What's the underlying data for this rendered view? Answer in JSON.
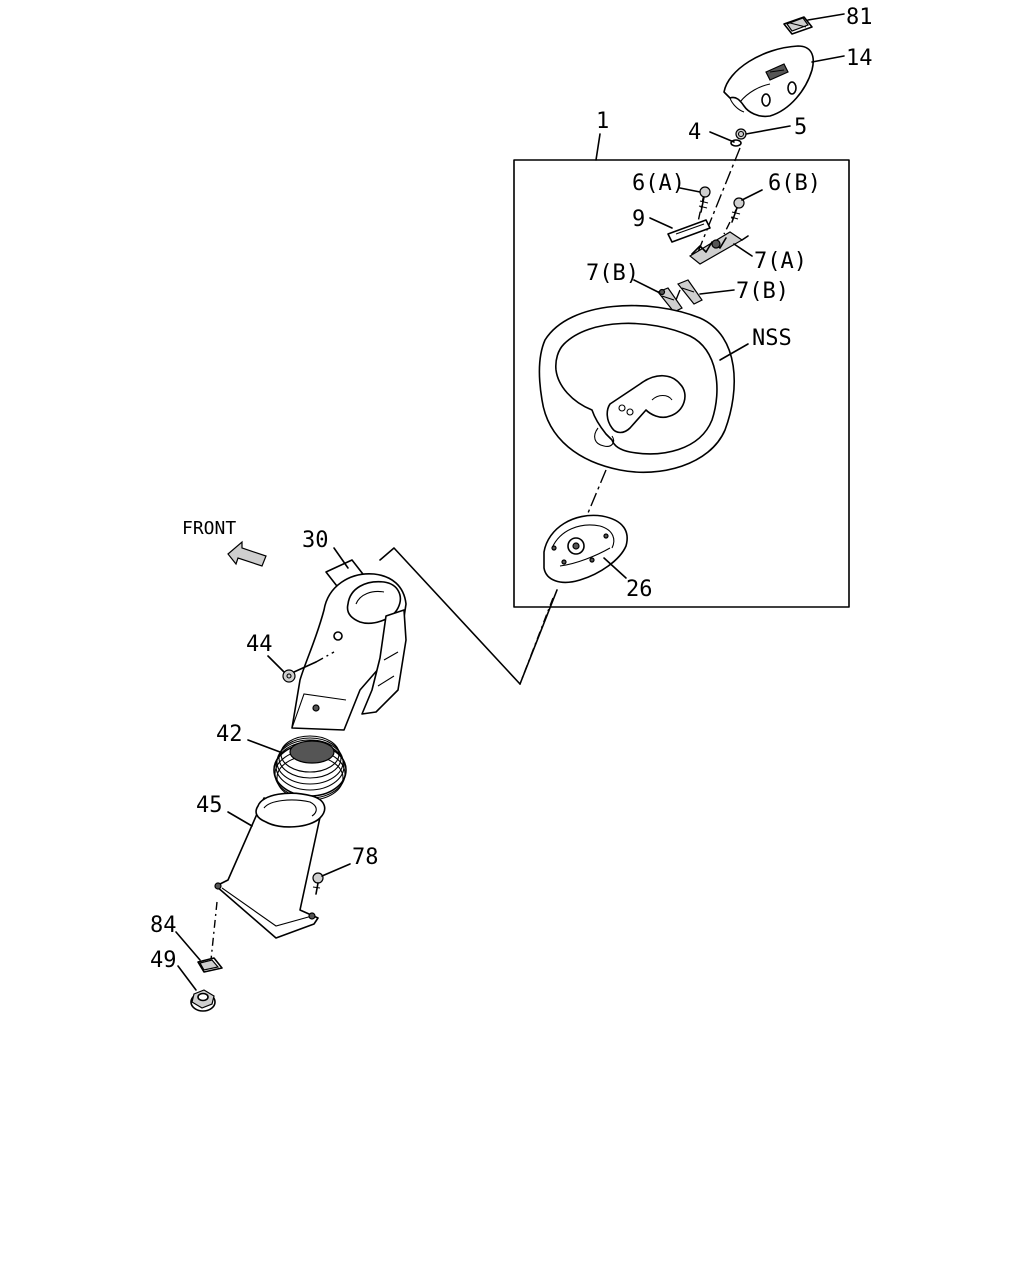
{
  "labels": {
    "p81": "81",
    "p14": "14",
    "p1": "1",
    "p4": "4",
    "p5": "5",
    "p6a": "6(A)",
    "p6b": "6(B)",
    "p9": "9",
    "p7a": "7(A)",
    "p7b_left": "7(B)",
    "p7b_right": "7(B)",
    "nss": "NSS",
    "p26": "26",
    "front": "FRONT",
    "p30": "30",
    "p44": "44",
    "p42": "42",
    "p45": "45",
    "p78": "78",
    "p84": "84",
    "p49": "49"
  }
}
